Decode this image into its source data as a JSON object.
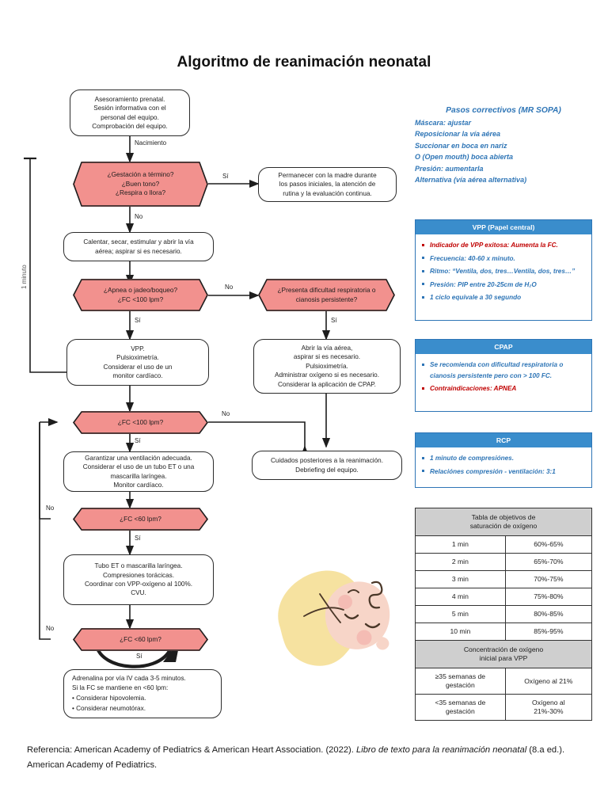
{
  "title": "Algoritmo de reanimación neonatal",
  "flow": {
    "side_label": "1 minuto",
    "nodes": {
      "prenatal": "Asesoramiento prenatal.\nSesión informativa con el\npersonal del equipo.\nComprobación del equipo.",
      "gestacion": "¿Gestación a término?\n¿Buen tono?\n¿Respira o llora?",
      "madre": "Permanecer con la madre durante\nlos pasos iniciales, la atención de\nrutina y la evaluación continua.",
      "calentar": "Calentar, secar, estimular y abrir la vía\naérea; aspirar si es necesario.",
      "apnea": "¿Apnea o jadeo/boqueo?\n¿FC <100 lpm?",
      "dificultad": "¿Presenta dificultad respiratoria o\ncianosis persistente?",
      "vpp": "VPP.\nPulsioximetría.\nConsiderar el uso de un\nmonitor cardíaco.",
      "abrir_via": "Abrir la vía aérea,\naspirar si es necesario.\nPulsioximetría.\nAdministrar oxígeno si es necesario.\nConsiderar la aplicación de CPAP.",
      "fc100": "¿FC <100 lpm?",
      "cuidados": "Cuidados posteriores a la reanimación.\nDebriefing del equipo.",
      "ventilacion": "Garantizar una ventilación adecuada.\nConsiderar el uso de un tubo ET o una\nmascarilla laríngea.\nMonitor cardíaco.",
      "fc60a": "¿FC <60 lpm?",
      "tubo": "Tubo ET o mascarilla laríngea.\nCompresiones torácicas.\nCoordinar con VPP-oxígeno al 100%.\nCVU.",
      "fc60b": "¿FC <60 lpm?",
      "adrenalina": "Adrenalina por vía IV cada 3-5 minutos.\nSi la FC se mantiene en <60 lpm:\n• Considerar hipovolemia.\n• Considerar neumotórax."
    },
    "edges": {
      "nacimiento": "Nacimiento",
      "si1": "Sí",
      "no1": "No",
      "si2": "Sí",
      "no2": "No",
      "si3": "Sí",
      "no3": "No",
      "si4": "Sí",
      "no4": "No",
      "si5": "Sí",
      "no5": "No",
      "si6": "Sí"
    }
  },
  "mrsopa": {
    "heading": "Pasos correctivos (MR SOPA)",
    "lines": [
      "Máscara: ajustar",
      "Reposicionar la vía aérea",
      "Succionar en boca en nariz",
      "O (Open mouth) boca abierta",
      "Presión: aumentarla",
      "Alternativa (vía aérea alternativa)"
    ]
  },
  "panels": {
    "vpp": {
      "header": "VPP (Papel central)",
      "items": [
        {
          "text": "Indicador de VPP exitosa: Aumenta la FC.",
          "color": "red"
        },
        {
          "text": "Frecuencia: 40-60 x minuto.",
          "color": "blue"
        },
        {
          "text": "Ritmo: “Ventila, dos, tres…Ventila, dos, tres…”",
          "color": "blue"
        },
        {
          "text": "Presión: PIP entre 20-25cm de H₂O",
          "color": "blue"
        },
        {
          "text": "1 ciclo equivale a 30 segundo",
          "color": "blue"
        }
      ]
    },
    "cpap": {
      "header": "CPAP",
      "items": [
        {
          "text": "Se recomienda con dificultad respiratoria o cianosis  persistente pero con > 100 FC.",
          "color": "blue"
        },
        {
          "text": "Contraindicaciones: APNEA",
          "color": "red"
        }
      ]
    },
    "rcp": {
      "header": "RCP",
      "items": [
        {
          "text": "1 minuto de compresiónes.",
          "color": "blue"
        },
        {
          "text": "Relaciónes compresión - ventilación: 3:1",
          "color": "blue"
        }
      ]
    }
  },
  "sat_table": {
    "header": "Tabla de objetivos de\nsaturación de oxígeno",
    "rows": [
      [
        "1 min",
        "60%-65%"
      ],
      [
        "2 min",
        "65%-70%"
      ],
      [
        "3 min",
        "70%-75%"
      ],
      [
        "4 min",
        "75%-80%"
      ],
      [
        "5 min",
        "80%-85%"
      ],
      [
        "10 min",
        "85%-95%"
      ]
    ],
    "subheader": "Concentración de oxígeno\ninicial para VPP",
    "rows2": [
      [
        "≥35 semanas de\ngestación",
        "Oxígeno al 21%"
      ],
      [
        "<35 semanas de\ngestación",
        "Oxígeno al\n21%-30%"
      ]
    ]
  },
  "reference": {
    "part1": "Referencia: American Academy of Pediatrics & American Heart Association. (2022). ",
    "italic": "Libro de texto para la reanimación neonatal",
    "part2": " (8.a ed.). American Academy of Pediatrics."
  },
  "colors": {
    "decision_fill": "#f2918e",
    "panel_blue": "#3a8dcc",
    "panel_text_blue": "#2e75b6",
    "alert_red": "#c00000",
    "table_header_gray": "#cfcfcf",
    "baby_blanket": "#f6e2a0",
    "baby_skin": "#f7d5c8"
  }
}
